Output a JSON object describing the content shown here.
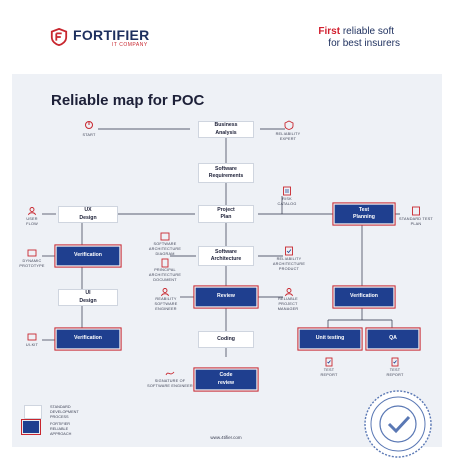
{
  "header": {
    "brand": "FORTIFIER",
    "brand_sub": "IT COMPANY",
    "tagline_highlight": "First",
    "tagline_rest": " reliable soft",
    "tagline_line2": "for best insurers"
  },
  "diagram": {
    "title": "Reliable map for POC",
    "nodes": {
      "business_analysis": "Business Analysis",
      "software_reqs": "Software Requirements",
      "project_plan": "Project Plan",
      "ux_design": "UX Design",
      "verification_ux": "Verification",
      "ui_design": "UI Design",
      "verification_ui": "Verification",
      "software_architecture": "Software Architecture",
      "review": "Review",
      "coding": "Coding",
      "code_review": "Code review",
      "test_planning": "Test Planning",
      "verification_test": "Verification",
      "unit_testing": "Unit testing",
      "qa": "QA"
    },
    "labels": {
      "start": "START",
      "reliability_expert": "RELIABILITY EXPERT",
      "risk_catalog": "RISK CATALOG",
      "user_flow": "USER FLOW",
      "standard_test_plan": "STANDARD TEST PLAN",
      "dynamic_prototype": "DYNAMIC PROTOTYPE",
      "software_architecture_diagram": "SOFTWARE ARCHITECTURE DIAGRAM",
      "principal_architecture_document": "PRINCIPAL ARCHITECTURE DOCUMENT",
      "reliability_architecture_product": "RELIABILITY ARCHITECTURE PRODUCT",
      "reability_software_engineer": "REABILITY SOFTWARE ENGINEER",
      "reliable_project_manager": "RELIABLE PROJECT MANAGER",
      "ui_kit": "UI-KIT",
      "signature_of_software_engineer": "SIGNATURE OF SOFTWARE ENGINEER",
      "test_report_1": "TEST REPORT",
      "test_report_2": "TEST REPORT"
    },
    "legend": {
      "standard": "STANDARD DEVELOPMENT PROCESS",
      "fortifier": "FORTIFIER RELIABLE APPROACH"
    },
    "website": "www.4tifier.com",
    "colors": {
      "navy": "#1f3f8f",
      "accent_red": "#c8262e",
      "box_border": "#cfd5df",
      "card_bg": "#eef1f6"
    }
  }
}
